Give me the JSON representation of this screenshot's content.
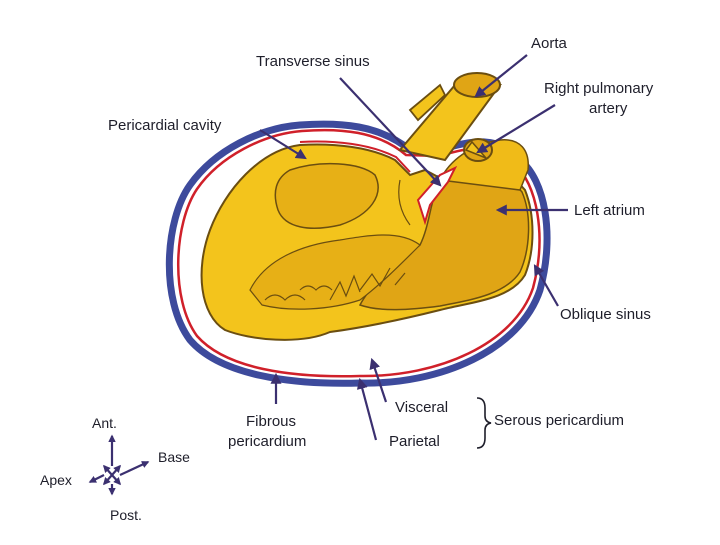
{
  "labels": {
    "aorta": "Aorta",
    "transverse_sinus": "Transverse sinus",
    "right_pulmonary_artery_line1": "Right pulmonary",
    "right_pulmonary_artery_line2": "artery",
    "pericardial_cavity": "Pericardial cavity",
    "left_atrium": "Left atrium",
    "oblique_sinus": "Oblique sinus",
    "fibrous_pericardium_line1": "Fibrous",
    "fibrous_pericardium_line2": "pericardium",
    "visceral": "Visceral",
    "parietal": "Parietal",
    "serous_pericardium": "Serous pericardium"
  },
  "orientation": {
    "ant": "Ant.",
    "post": "Post.",
    "apex": "Apex",
    "base": "Base"
  },
  "colors": {
    "heart_fill": "#f3c41c",
    "heart_shade": "#e0a515",
    "heart_outline": "#6b4e10",
    "fibrous_layer": "#3d4a9c",
    "serous_layer": "#d0202a",
    "arrow": "#3b3070",
    "text": "#1e1e2a"
  }
}
